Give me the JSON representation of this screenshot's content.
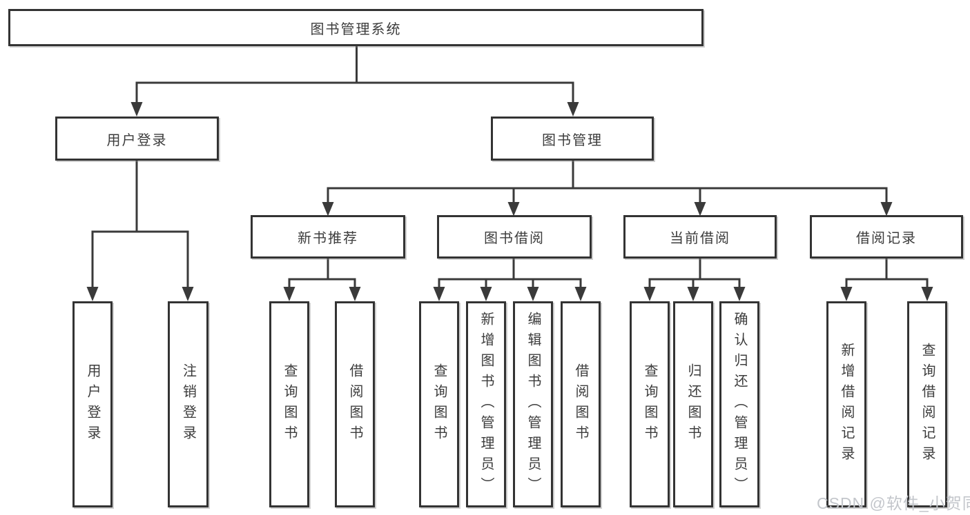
{
  "tree": {
    "root": {
      "label": "图书管理系统"
    },
    "children": [
      {
        "label": "用户登录",
        "children": [
          {
            "label": "用户登录"
          },
          {
            "label": "注销登录"
          }
        ]
      },
      {
        "label": "图书管理",
        "children": [
          {
            "label": "新书推荐",
            "children": [
              {
                "label": "查询图书"
              },
              {
                "label": "借阅图书"
              }
            ]
          },
          {
            "label": "图书借阅",
            "children": [
              {
                "label": "查询图书"
              },
              {
                "label": "新增图书（管理员）"
              },
              {
                "label": "编辑图书（管理员）"
              },
              {
                "label": "借阅图书"
              }
            ]
          },
          {
            "label": "当前借阅",
            "children": [
              {
                "label": "查询图书"
              },
              {
                "label": "归还图书"
              },
              {
                "label": "确认归还（管理员）"
              }
            ]
          },
          {
            "label": "借阅记录",
            "children": [
              {
                "label": "新增借阅记录"
              },
              {
                "label": "查询借阅记录"
              }
            ]
          }
        ]
      }
    ]
  },
  "watermark": {
    "text": "CSDN @软件_小贺同学"
  },
  "colors": {
    "line": "#3a3a3a",
    "box_border": "#333333",
    "text": "#3c3c3c",
    "background": "#ffffff",
    "watermark_text": "#c3c6cb"
  }
}
